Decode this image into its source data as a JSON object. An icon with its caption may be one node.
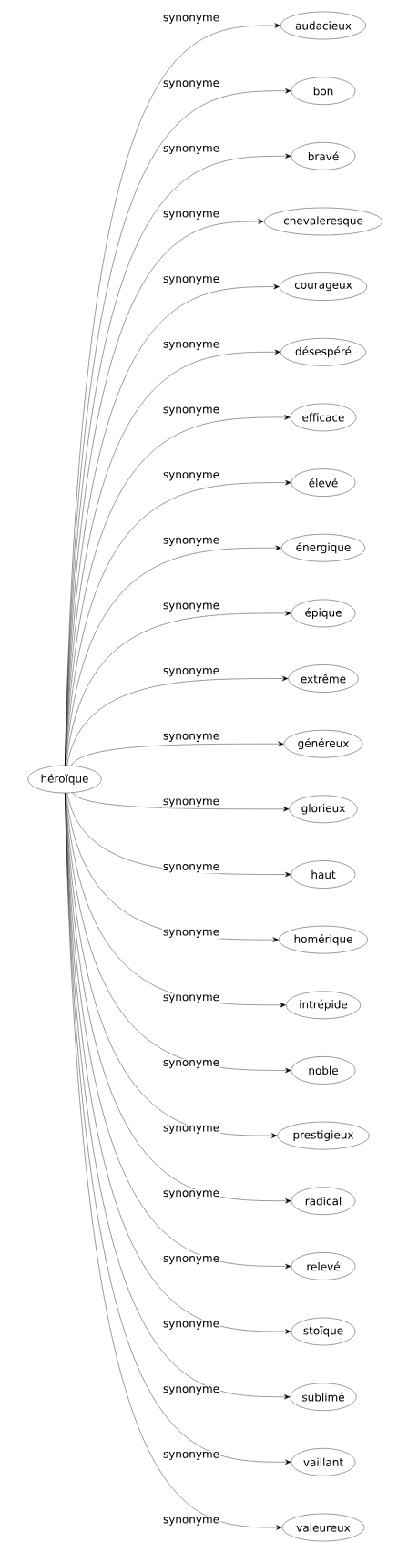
{
  "diagram": {
    "nodes": [
      {
        "text": [
          "héroïque"
        ]
      },
      {
        "text": [
          "audacieux"
        ]
      },
      {
        "text": [
          "bon"
        ]
      },
      {
        "text": [
          "bravé"
        ]
      },
      {
        "text": [
          "chevaleresque"
        ]
      },
      {
        "text": [
          "courageux"
        ]
      },
      {
        "text": [
          "désespéré"
        ]
      },
      {
        "text": [
          "efficace"
        ]
      },
      {
        "text": [
          "élevé"
        ]
      },
      {
        "text": [
          "énergique"
        ]
      },
      {
        "text": [
          "épique"
        ]
      },
      {
        "text": [
          "extrême"
        ]
      },
      {
        "text": [
          "généreux"
        ]
      },
      {
        "text": [
          "glorieux"
        ]
      },
      {
        "text": [
          "haut"
        ]
      },
      {
        "text": [
          "homérique"
        ]
      },
      {
        "text": [
          "intrépide"
        ]
      },
      {
        "text": [
          "noble"
        ]
      },
      {
        "text": [
          "prestigieux"
        ]
      },
      {
        "text": [
          "radical"
        ]
      },
      {
        "text": [
          "relevé"
        ]
      },
      {
        "text": [
          "stoïque"
        ]
      },
      {
        "text": [
          "sublimé"
        ]
      },
      {
        "text": [
          "vaillant"
        ]
      },
      {
        "text": [
          "valeureux"
        ]
      }
    ],
    "edges": [
      {
        "from": 0,
        "to": 1,
        "arrow": "to",
        "label": "synonyme"
      },
      {
        "from": 0,
        "to": 2,
        "arrow": "to",
        "label": "synonyme"
      },
      {
        "from": 0,
        "to": 3,
        "arrow": "to",
        "label": "synonyme"
      },
      {
        "from": 0,
        "to": 4,
        "arrow": "to",
        "label": "synonyme"
      },
      {
        "from": 0,
        "to": 5,
        "arrow": "to",
        "label": "synonyme"
      },
      {
        "from": 0,
        "to": 6,
        "arrow": "to",
        "label": "synonyme"
      },
      {
        "from": 0,
        "to": 7,
        "arrow": "to",
        "label": "synonyme"
      },
      {
        "from": 0,
        "to": 8,
        "arrow": "to",
        "label": "synonyme"
      },
      {
        "from": 0,
        "to": 9,
        "arrow": "to",
        "label": "synonyme"
      },
      {
        "from": 0,
        "to": 10,
        "arrow": "to",
        "label": "synonyme"
      },
      {
        "from": 0,
        "to": 11,
        "arrow": "to",
        "label": "synonyme"
      },
      {
        "from": 0,
        "to": 12,
        "arrow": "to",
        "label": "synonyme"
      },
      {
        "from": 0,
        "to": 13,
        "arrow": "to",
        "label": "synonyme"
      },
      {
        "from": 0,
        "to": 14,
        "arrow": "to",
        "label": "synonyme"
      },
      {
        "from": 0,
        "to": 15,
        "arrow": "to",
        "label": "synonyme"
      },
      {
        "from": 0,
        "to": 16,
        "arrow": "to",
        "label": "synonyme"
      },
      {
        "from": 0,
        "to": 17,
        "arrow": "to",
        "label": "synonyme"
      },
      {
        "from": 0,
        "to": 18,
        "arrow": "to",
        "label": "synonyme"
      },
      {
        "from": 0,
        "to": 19,
        "arrow": "to",
        "label": "synonyme"
      },
      {
        "from": 0,
        "to": 20,
        "arrow": "to",
        "label": "synonyme"
      },
      {
        "from": 0,
        "to": 21,
        "arrow": "to",
        "label": "synonyme"
      },
      {
        "from": 0,
        "to": 22,
        "arrow": "to",
        "label": "synonyme"
      },
      {
        "from": 0,
        "to": 23,
        "arrow": "to",
        "label": "synonyme"
      },
      {
        "from": 0,
        "to": 24,
        "arrow": "to",
        "label": "synonyme"
      }
    ]
  }
}
